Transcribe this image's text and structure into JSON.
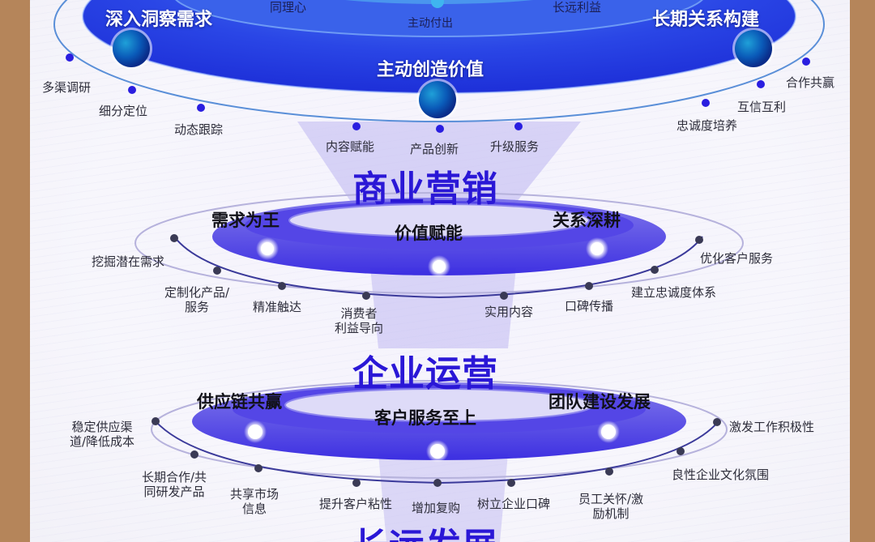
{
  "frame": {
    "side_color": "#b5855a",
    "canvas_bg": "#f5f4fc"
  },
  "tiers": [
    {
      "id": "top",
      "inner_labels": [
        "同理心",
        "主动付出",
        "长远利益"
      ],
      "pillars": [
        "深入洞察需求",
        "主动创造价值",
        "长期关系构建"
      ],
      "points": [
        "多渠调研",
        "细分定位",
        "动态跟踪",
        "内容赋能",
        "产品创新",
        "升级服务",
        "忠诚度培养",
        "互信互利",
        "合作共赢"
      ]
    },
    {
      "id": "marketing",
      "title": "商业营销",
      "pillars": [
        "需求为王",
        "价值赋能",
        "关系深耕"
      ],
      "points": [
        "挖掘潜在需求",
        "定制化产品/\n服务",
        "精准触达",
        "消费者\n利益导向",
        "实用内容",
        "口碑传播",
        "建立忠诚度体系",
        "优化客户服务"
      ]
    },
    {
      "id": "operations",
      "title": "企业运营",
      "pillars": [
        "供应链共赢",
        "客户服务至上",
        "团队建设发展"
      ],
      "points": [
        "稳定供应渠\n道/降低成本",
        "长期合作/共\n同研发产品",
        "共享市场\n信息",
        "提升客户粘性",
        "增加复购",
        "树立企业口碑",
        "员工关怀/激\n励机制",
        "良性企业文化氛围",
        "激发工作积极性"
      ]
    },
    {
      "id": "longterm",
      "title": "长远发展"
    }
  ],
  "colors": {
    "title_blue": "#2a17d6",
    "ring_blue": "#2b3fe0",
    "dot_dark": "#3a3a55",
    "dot_blue": "#2a1ee0"
  }
}
